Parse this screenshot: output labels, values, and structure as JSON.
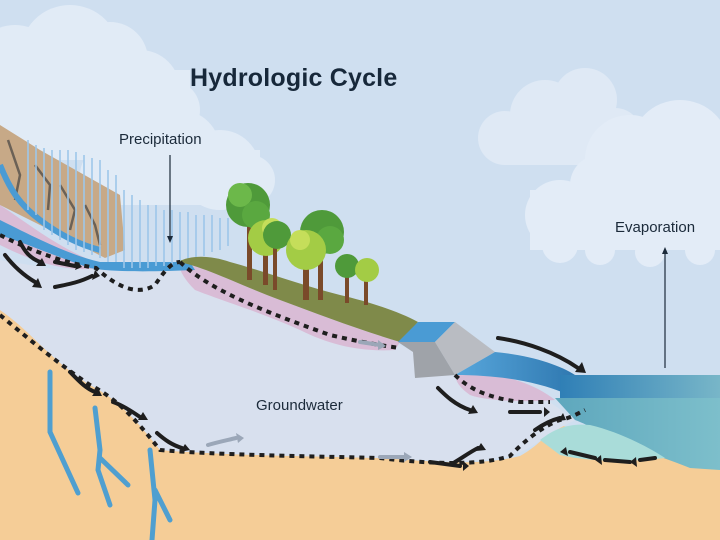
{
  "diagram": {
    "title": "Hydrologic Cycle",
    "labels": {
      "precipitation": "Precipitation",
      "evaporation": "Evaporation",
      "groundwater": "Groundwater"
    },
    "elements": [
      "clouds",
      "rain-streaks",
      "rocky-cliff",
      "surface-water-pond",
      "trees-on-hill",
      "dam-structure",
      "river-flow",
      "ocean",
      "saltwater-wedge",
      "groundwater-zone",
      "bedrock-with-fractures",
      "water-table-dotted-line",
      "groundwater-flow-arrows"
    ],
    "colors": {
      "sky": "#cfdff0",
      "cloud": "#e6eef8",
      "groundwater": "#d8e0ee",
      "bedrock": "#f5cd97",
      "unsaturated_zone": "#d9bcd6",
      "topsoil": "#7f8a4a",
      "surface_water": "#4a9bd4",
      "ocean_top": "#3a8bc0",
      "ocean_deep": "#6fb0c6",
      "saltwater": "#a9dcd9",
      "dam": "#b9bcc2",
      "arrow": "#1e1e1e",
      "arrow_faded": "#9ba7b8",
      "text": "#1b2a3a"
    }
  }
}
